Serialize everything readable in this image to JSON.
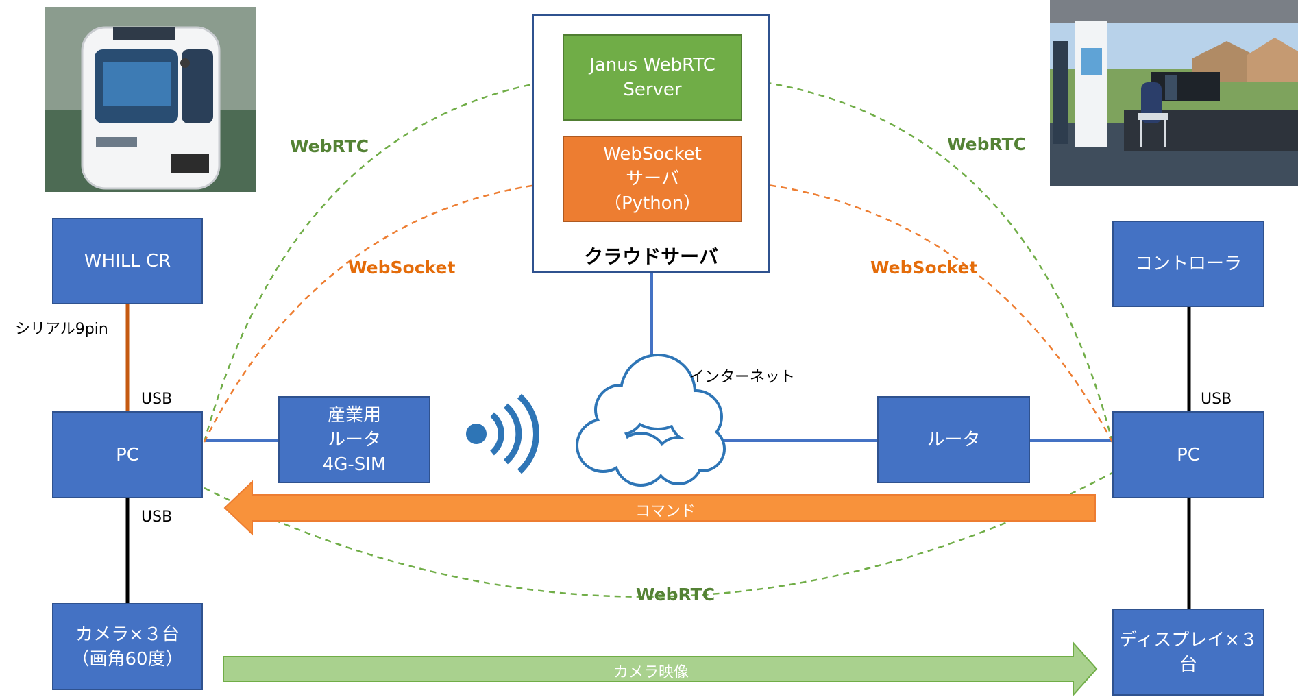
{
  "cloud": {
    "janus_line1": "Janus WebRTC",
    "janus_line2": "Server",
    "ws_line1": "WebSocket",
    "ws_line2": "サーバ",
    "ws_line3": "（Python）",
    "label": "クラウドサーバ"
  },
  "left": {
    "whill": "WHILL CR",
    "serial": "シリアル9pin",
    "usb_top": "USB",
    "pc": "PC",
    "usb_bottom": "USB",
    "camera_line1": "カメラ×３台",
    "camera_line2": "（画角60度）",
    "router_line1": "産業用",
    "router_line2": "ルータ",
    "router_line3": "4G-SIM"
  },
  "right": {
    "controller": "コントローラ",
    "usb": "USB",
    "pc": "PC",
    "router": "ルータ",
    "display_line1": "ディスプレイ×３",
    "display_line2": "台"
  },
  "labels": {
    "internet": "インターネット",
    "webrtc_left": "WebRTC",
    "webrtc_right": "WebRTC",
    "webrtc_bottom": "WebRTC",
    "websocket_left": "WebSocket",
    "websocket_right": "WebSocket",
    "command": "コマンド",
    "camera_video": "カメラ映像"
  },
  "colors": {
    "box_blue": "#4472c4",
    "green": "#70ad47",
    "orange": "#ed7d31",
    "line_blue": "#4472c4"
  },
  "icons": {
    "wireless": "wifi-signal-icon",
    "cloud": "cloud-icon",
    "robot_photo": "whill-robot-photo",
    "operator_photo": "remote-operator-photo"
  }
}
